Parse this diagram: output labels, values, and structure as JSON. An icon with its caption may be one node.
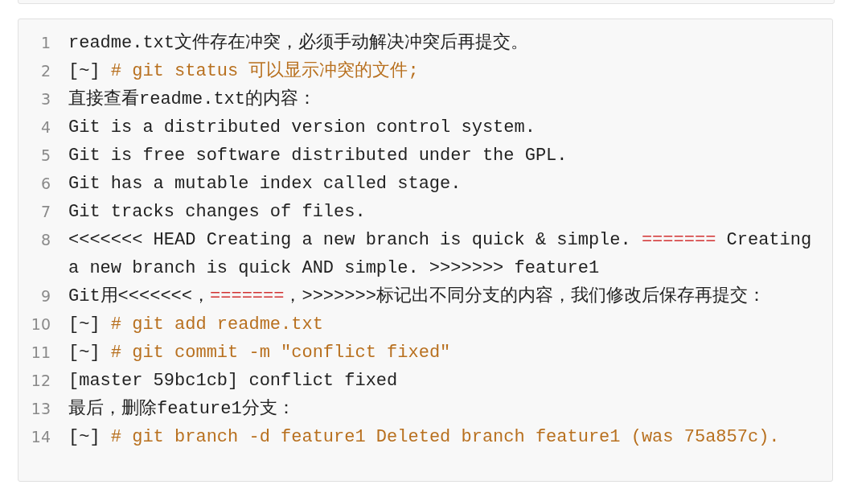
{
  "diagram": {
    "labels": [
      "1",
      "readme.txt文件存在冲突，必须手动解决冲突后再提交。",
      "2",
      "[~]",
      "# git status 可以显示冲突的文件;",
      "3",
      "直接查看readme.txt的内容：",
      "4",
      "Git is a distributed version control system.",
      "5",
      "Git is free software distributed under the GPL.",
      "6",
      "Git has a mutable index called stage.",
      "7",
      "Git tracks changes of files.",
      "8",
      "<<<<<<< HEAD Creating a new branch is quick & simple.",
      "=======",
      "Creating a new branch is quick AND simple. >>>>>>> feature1",
      "9",
      "Git用<<<<<<<，",
      "=======",
      "，>>>>>>>标记出不同分支的内容，我们修改后保存再提交：",
      "10",
      "[~]",
      "# git add readme.txt",
      "11",
      "[~]",
      "# git commit -m \"conflict fixed\"",
      "12",
      "[master 59bc1cb] conflict fixed",
      "13",
      "最后，删除feature1分支：",
      "14",
      "[~]",
      "# git branch -d feature1 Deleted branch feature1 (was 75a857c)."
    ]
  }
}
